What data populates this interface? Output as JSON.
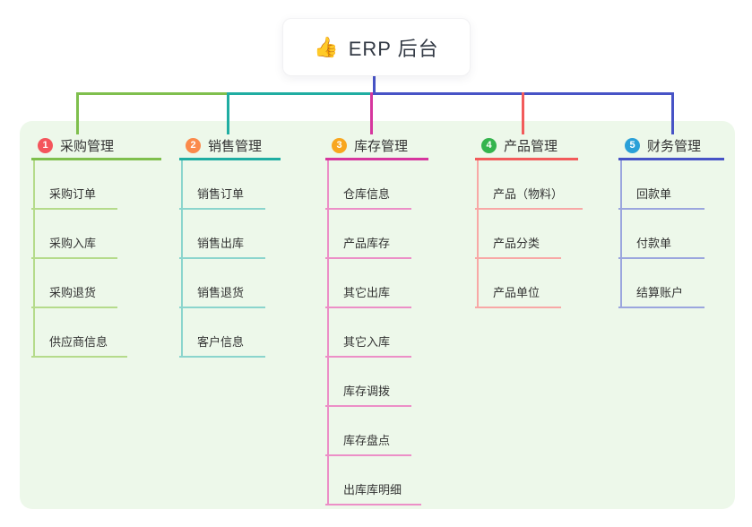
{
  "root": {
    "icon": "👍",
    "title": "ERP 后台"
  },
  "colors": {
    "panel_bg": "#EDF8EA",
    "root_connector": "#4753C6"
  },
  "branches": [
    {
      "num": "1",
      "label": "采购管理",
      "badge_color": "#F4555C",
      "line_color": "#7FBF4D",
      "light_color": "#B5DB8B",
      "items": [
        "采购订单",
        "采购入库",
        "采购退货",
        "供应商信息"
      ]
    },
    {
      "num": "2",
      "label": "销售管理",
      "badge_color": "#FB8A4B",
      "line_color": "#1FADA2",
      "light_color": "#8BD5CD",
      "items": [
        "销售订单",
        "销售出库",
        "销售退货",
        "客户信息"
      ]
    },
    {
      "num": "3",
      "label": "库存管理",
      "badge_color": "#F8A61F",
      "line_color": "#D6369E",
      "light_color": "#EC8FC7",
      "items": [
        "仓库信息",
        "产品库存",
        "其它出库",
        "其它入库",
        "库存调拨",
        "库存盘点",
        "出库库明细"
      ]
    },
    {
      "num": "4",
      "label": "产品管理",
      "badge_color": "#35B44E",
      "line_color": "#F25B5B",
      "light_color": "#F8A8A6",
      "items": [
        "产品（物料）",
        "产品分类",
        "产品单位"
      ]
    },
    {
      "num": "5",
      "label": "财务管理",
      "badge_color": "#2AA0D8",
      "line_color": "#4753C6",
      "light_color": "#9BA6DE",
      "items": [
        "回款单",
        "付款单",
        "结算账户"
      ]
    }
  ]
}
